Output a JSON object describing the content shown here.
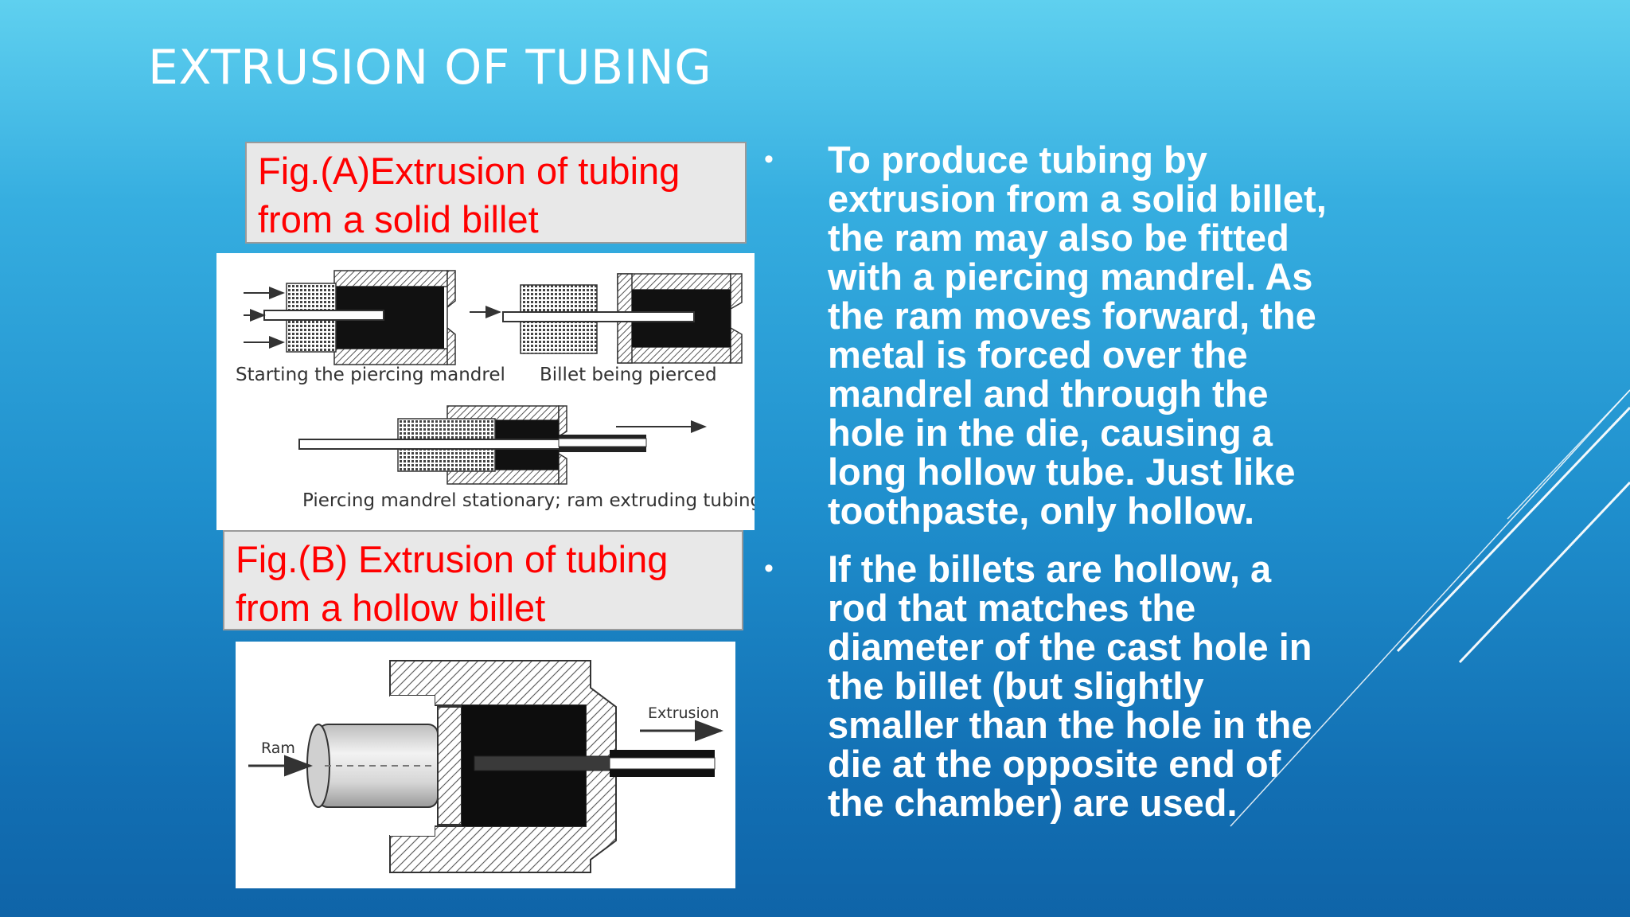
{
  "slide": {
    "title": "EXTRUSION OF TUBING"
  },
  "captions": {
    "fig_a": [
      "Fig.(A)Extrusion of tubing",
      "from a solid billet"
    ],
    "fig_b": [
      "Fig.(B) Extrusion of tubing",
      "from a hollow billet"
    ]
  },
  "figure_a": {
    "labels": {
      "start": "Starting the piercing mandrel",
      "pierced": "Billet being pierced",
      "stationary": "Piercing mandrel stationary; ram extruding tubing"
    }
  },
  "figure_b": {
    "labels": {
      "ram": "Ram",
      "extrusion": "Extrusion"
    }
  },
  "bullets": [
    {
      "lines": [
        "To produce tubing by",
        "extrusion from a solid billet,",
        "the ram may also be fitted",
        "with a piercing mandrel. As",
        "the ram moves forward, the",
        "metal is forced over the",
        "mandrel and through the",
        "hole in the die, causing a",
        "long hollow tube. Just like",
        "toothpaste, only hollow."
      ]
    },
    {
      "lines": [
        "If the billets are hollow, a",
        "rod that matches the",
        "diameter of the cast hole in",
        "the billet (but slightly",
        "smaller than the hole in the",
        "die at the opposite end of",
        "the chamber) are used."
      ]
    }
  ],
  "colors": {
    "caption_text": "#ff0000",
    "caption_bg": "#e8e8e8",
    "body_text": "#ffffff",
    "background_top": "#5fd0ef",
    "background_bottom": "#0f64a8"
  }
}
